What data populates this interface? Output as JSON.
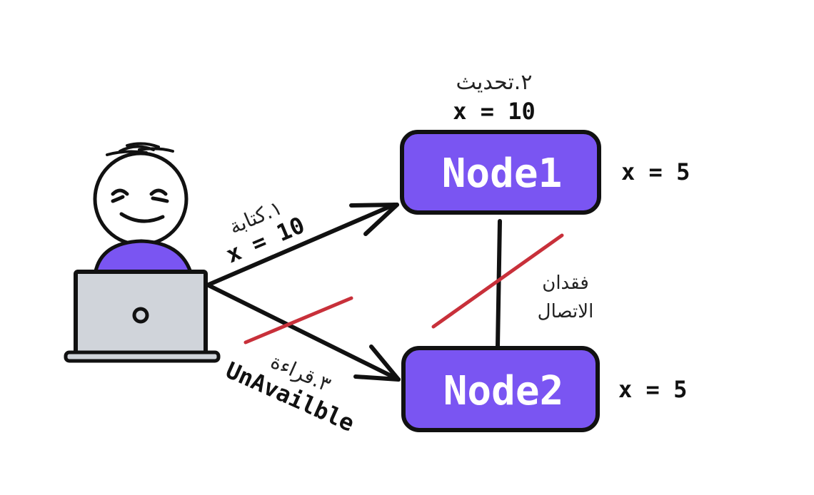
{
  "colors": {
    "node_fill": "#7a55f2",
    "stroke": "#111111",
    "cut_line": "#c8303a",
    "laptop_body": "#d0d4da",
    "shirt": "#7a55f2"
  },
  "person": {
    "icon": "person-with-laptop-icon"
  },
  "nodes": {
    "node1": {
      "label": "Node1",
      "value": "x = 5"
    },
    "node2": {
      "label": "Node2",
      "value": "x = 5"
    }
  },
  "edges": {
    "write": {
      "step": "١.كتابة",
      "value": "x = 10"
    },
    "update": {
      "step": "٢.تحديث",
      "value": "x = 10"
    },
    "read": {
      "step": "٣.قراءة",
      "value": "UnAvailble"
    },
    "partition": {
      "line1": "فقدان",
      "line2": "الاتصال"
    }
  }
}
